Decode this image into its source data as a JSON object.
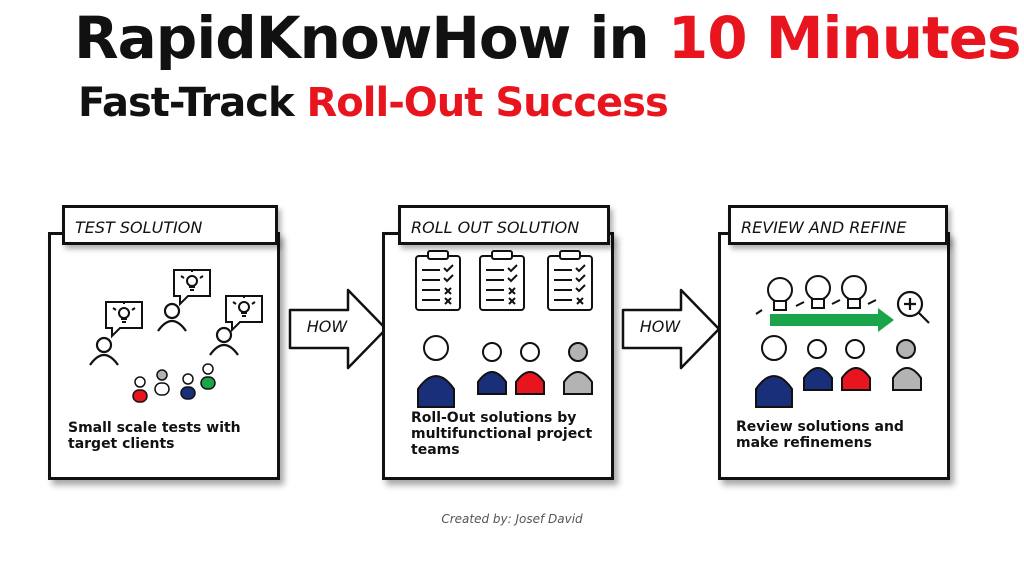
{
  "header": {
    "title_prefix": "RapidKnowHow in ",
    "title_highlight": "10 Minutes",
    "subtitle_prefix": "Fast-Track ",
    "subtitle_highlight": "Roll-Out Success"
  },
  "colors": {
    "accent_red": "#e8141e",
    "navy": "#1a2f7a",
    "gray": "#b3b3b3",
    "green": "#1aa54a",
    "ink": "#111111"
  },
  "steps": [
    {
      "title": "TEST SOLUTION",
      "caption": "Small scale tests with target clients"
    },
    {
      "title": "ROLL OUT SOLUTION",
      "caption": "Roll-Out solutions by multifunctional project teams"
    },
    {
      "title": "REVIEW AND REFINE",
      "caption": "Review solutions and make refinemens"
    }
  ],
  "connectors": [
    {
      "label": "HOW"
    },
    {
      "label": "HOW"
    }
  ],
  "icons": [
    "lightbulb-icon",
    "person-icon",
    "clipboard-checklist-icon",
    "magnifier-plus-icon",
    "progress-arrow-icon"
  ],
  "credit": "Created by: Josef David"
}
